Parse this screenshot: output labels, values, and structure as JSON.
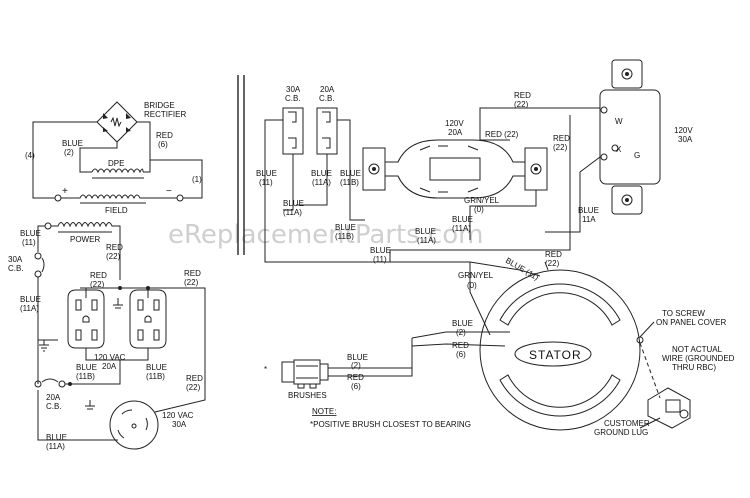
{
  "watermark": "eReplacementParts.com",
  "left": {
    "bridge_rectifier": [
      "BRIDGE",
      "RECTIFIER"
    ],
    "wire_4": "(4)",
    "blue_2": [
      "BLUE",
      "(2)"
    ],
    "red_6": [
      "RED",
      "(6)"
    ],
    "dpe": "DPE",
    "wire_1": "(1)",
    "plus": "+",
    "minus": "−",
    "field": "FIELD",
    "blue_11": [
      "BLUE",
      "(11)"
    ],
    "power": "POWER",
    "cb_30a": [
      "30A",
      "C.B."
    ],
    "red_22_a": [
      "RED",
      "(22)"
    ],
    "red_22_b": [
      "RED",
      "(22)"
    ],
    "red_22_c": [
      "RED",
      "(22)"
    ],
    "blue_11a": [
      "BLUE",
      "(11A)"
    ],
    "blue_11b_l": [
      "BLUE",
      "(11B)"
    ],
    "vac_120_20a": [
      "120 VAC",
      "20A"
    ],
    "blue_11b_r": [
      "BLUE",
      "(11B)"
    ],
    "cb_20a": [
      "20A",
      "C.B."
    ],
    "red_22_d": [
      "RED",
      "(22)"
    ],
    "vac_120_30a": [
      "120 VAC",
      "30A"
    ],
    "blue_11a_bottom": [
      "BLUE",
      "(11A)"
    ]
  },
  "right": {
    "cb_30a": [
      "30A",
      "C.B."
    ],
    "cb_20a": [
      "20A",
      "C.B."
    ],
    "red_22_top": [
      "RED",
      "(22)"
    ],
    "v120_20a": [
      "120V",
      "20A"
    ],
    "red_22_rec": "RED (22)",
    "red_22_right": [
      "RED",
      "(22)"
    ],
    "w": "W",
    "x": "X",
    "g": "G",
    "v120_30a": [
      "120V",
      "30A"
    ],
    "blue_11_l": [
      "BLUE",
      "(11)"
    ],
    "blue_11a_l": [
      "BLUE",
      "(11A)"
    ],
    "blue_11a_m": [
      "BLUE",
      "(11A)"
    ],
    "blue_11b": [
      "BLUE",
      "(11B)"
    ],
    "blue_11b_m": [
      "BLUE",
      "(11B)"
    ],
    "blue_11a_c": [
      "BLUE",
      "(11A)"
    ],
    "grn_yel_0_top": [
      "GRN/YEL",
      "(0)"
    ],
    "blue_11a_d": [
      "BLUE",
      "(11A)"
    ],
    "blue_11_r": [
      "BLUE",
      "11A"
    ],
    "blue_11_bus": [
      "BLUE",
      "(11)"
    ],
    "red_22_bus": [
      "RED",
      "(22)"
    ],
    "blue_11_arc": "BLUE (11)",
    "grn_yel_0": [
      "GRN/YEL",
      "(0)"
    ],
    "to_screw": [
      "TO SCREW",
      "ON PANEL COVER"
    ],
    "blue_2": [
      "BLUE",
      "(2)"
    ],
    "red_6": [
      "RED",
      "(6)"
    ],
    "stator": "STATOR",
    "not_actual": [
      "NOT ACTUAL",
      "WIRE (GROUNDED",
      "THRU RBC)"
    ],
    "blue_2_br": [
      "BLUE",
      "(2)"
    ],
    "red_6_br": [
      "RED",
      "(6)"
    ],
    "brushes": "BRUSHES",
    "customer_ground_lug": [
      "CUSTOMER",
      "GROUND LUG"
    ],
    "note_title": "NOTE:",
    "note_text": "*POSITIVE BRUSH CLOSEST TO BEARING",
    "star": "*"
  }
}
